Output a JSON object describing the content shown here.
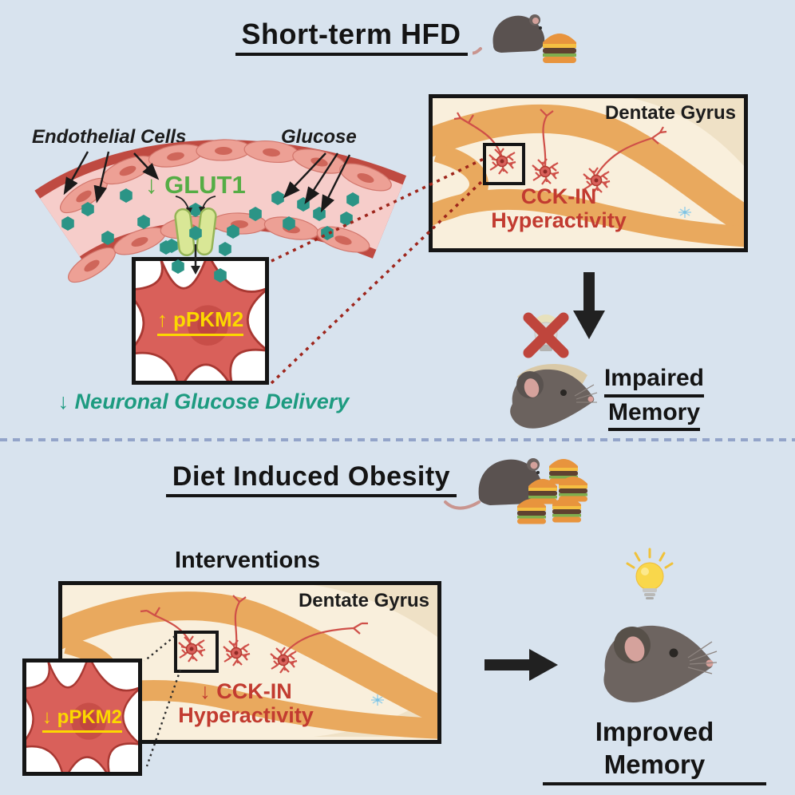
{
  "top": {
    "title": "Short-term HFD",
    "endothelial_label": "Endothelial Cells",
    "glucose_label": "Glucose",
    "glut1_label": "↓ GLUT1",
    "ppkm2_label": "↑ pPKM2",
    "delivery_label": "↓  Neuronal Glucose Delivery",
    "dentate": {
      "title": "Dentate Gyrus",
      "line1": "CCK-IN",
      "line2": "Hyperactivity"
    },
    "outcome": {
      "line1": "Impaired",
      "line2": "Memory"
    }
  },
  "bottom": {
    "title": "Diet Induced Obesity",
    "interventions_label": "Interventions",
    "dentate": {
      "title": "Dentate Gyrus",
      "line1": "↓ CCK-IN",
      "line2": "Hyperactivity"
    },
    "ppkm2_label": "↓ pPKM2",
    "outcome_label": "Improved Memory"
  },
  "colors": {
    "background": "#d8e3ee",
    "divider_blue": "#93a4c9",
    "panel_cream": "#f9efdc",
    "panel_tan": "#efe1c6",
    "band_orange": "#e9a95e",
    "vessel_outer_red": "#bf4a41",
    "vessel_inner_pink": "#f6cdca",
    "endothelial_salmon": "#eda095",
    "glucose_teal": "#2b9486",
    "glut1_green": "#55ad45",
    "transporter_green": "#d9e796",
    "highlight_yellow": "#fcd800",
    "cck_red": "#c23b30",
    "neuron_red": "#d9605a",
    "neuron_outline": "#a83832",
    "teal_text": "#1d9b80",
    "dotted_red": "#9e251b",
    "mouse_gray": "#5a5250",
    "black": "#141414"
  },
  "icons": {
    "mouse-icon": "gray mouse silhouette",
    "mouse-head-icon": "gray mouse head profile",
    "burger-icon": "hamburger",
    "lightbulb-on-icon": "lit yellow bulb with rays",
    "lightbulb-off-icon": "gray bulb",
    "red-x-icon": "✖",
    "down-arrow-icon": "↓",
    "right-arrow-icon": "→",
    "glucose-hexagon-icon": "teal hexagon",
    "glut1-transporter-icon": "green membrane channel",
    "neuron-icon": "red stellate neuron",
    "astrocyte-icon": "small light-blue star",
    "blood-vessel-icon": "curved artery segment"
  }
}
